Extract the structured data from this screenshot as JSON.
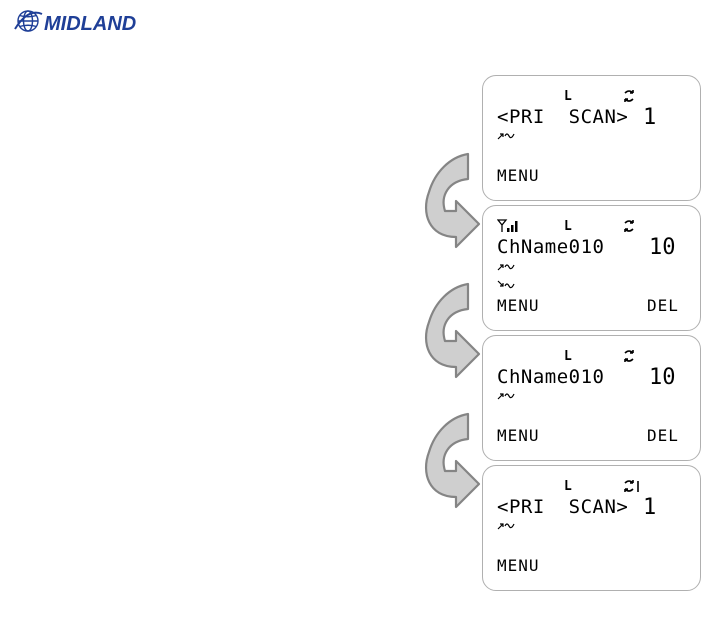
{
  "brand": {
    "name": "MIDLAND",
    "color": "#1f3f97"
  },
  "screens": [
    {
      "indicator": "L",
      "main_text": "<PRI  SCAN>",
      "channel": "1",
      "left_soft": "MENU",
      "right_soft": ""
    },
    {
      "indicator": "L",
      "main_text": "ChName010",
      "channel": "10",
      "left_soft": "MENU",
      "right_soft": "DEL"
    },
    {
      "indicator": "L",
      "main_text": "ChName010",
      "channel": "10",
      "left_soft": "MENU",
      "right_soft": "DEL"
    },
    {
      "indicator": "L",
      "main_text": "<PRI  SCAN>",
      "channel": "1",
      "left_soft": "MENU",
      "right_soft": ""
    }
  ],
  "icons": {
    "scan": "scan-mode-icon",
    "signal": "signal-strength-icon",
    "tx": "transmit-wave-icon",
    "rx": "receive-wave-icon",
    "flow": "curved-flow-arrow"
  },
  "colors": {
    "arrow_fill": "#cfcfcf",
    "arrow_stroke": "#858585",
    "screen_border": "#b0b0b0"
  }
}
